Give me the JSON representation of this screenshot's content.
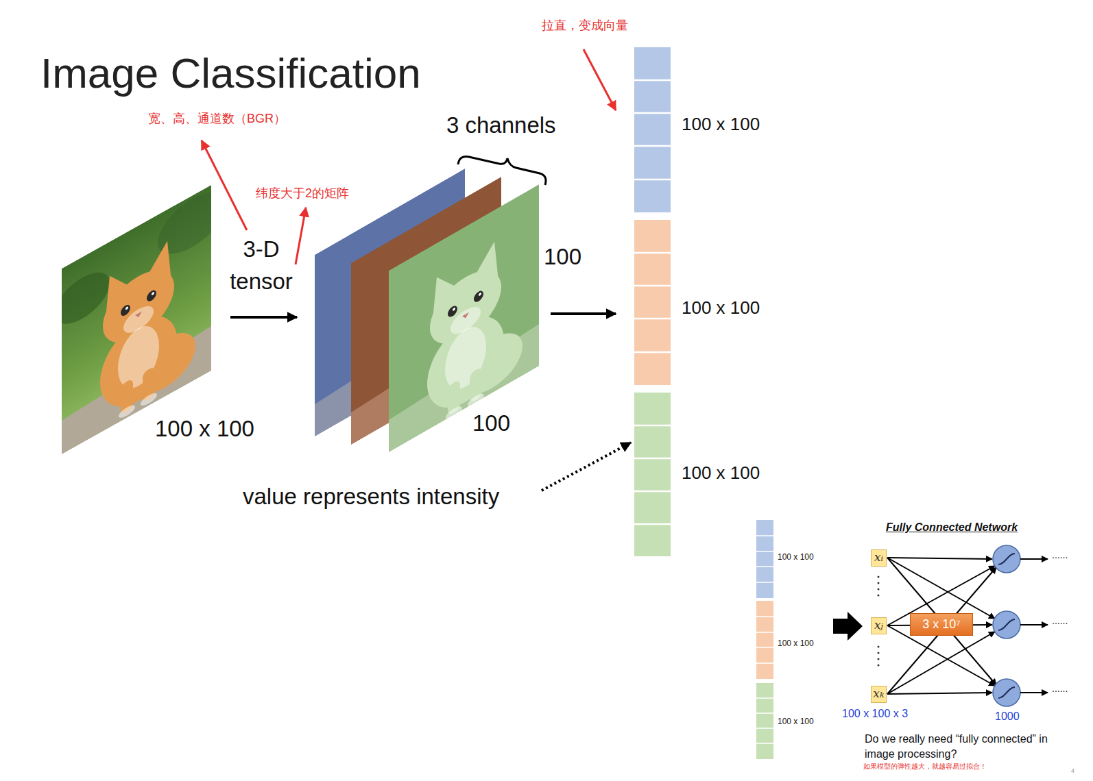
{
  "diagram": {
    "title": "Image Classification",
    "nodes": [
      {
        "text": [
          "xi"
        ]
      },
      {
        "text": [
          "xj"
        ]
      },
      {
        "text": [
          "3 x 10⁷"
        ]
      },
      {
        "text": [
          "xk"
        ]
      }
    ],
    "labels": [
      "宽、高、通道数（BGR）",
      "纬度大于2的矩阵",
      "拉直，变成向量",
      "3-D tensor",
      "3 channels",
      "100",
      "100",
      "100 x 100",
      "value represents intensity",
      "100 x 100",
      "100 x 100",
      "100 x 100",
      "100 x 100",
      "100 x 100",
      "100 x 100",
      "Fully Connected Network",
      "......",
      "......",
      "......",
      "100 x 100 x 3",
      "1000",
      "Do we really need “fully connected” in image processing?",
      "如果模型的弹性越大，就越容易过拟合！",
      "4"
    ]
  }
}
